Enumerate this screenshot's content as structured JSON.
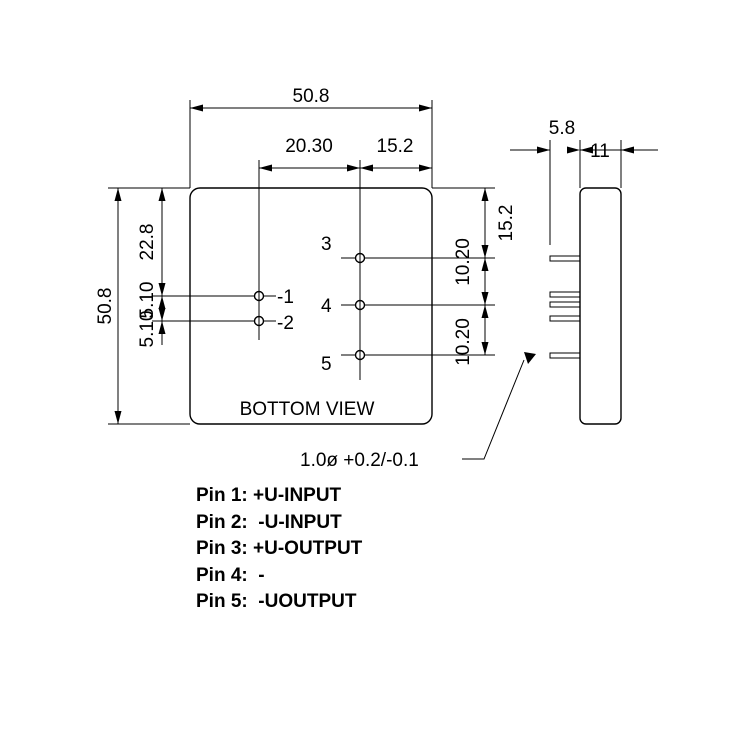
{
  "dimensions": {
    "width_top": "50.8",
    "pin_offset_x": "20.30",
    "right_offset": "15.2",
    "height_left": "50.8",
    "pin1_from_top": "22.8",
    "pin_spacing_left": "5.10",
    "pin_spacing_left_2": "5.10",
    "pin3_from_top": "15.2",
    "pin_spacing_right_1": "10.20",
    "pin_spacing_right_2": "10.20",
    "pin_length": "5.8",
    "thickness": "11",
    "pin_diameter": "1.0ø +0.2/-0.1"
  },
  "view_label": "BOTTOM VIEW",
  "pin_labels": {
    "p1": "-1",
    "p2": "-2",
    "p3": "3",
    "p4": "4",
    "p5": "5"
  },
  "pin_list": [
    {
      "label": "Pin 1:",
      "function": "+U-INPUT"
    },
    {
      "label": "Pin 2:",
      "function": " -U-INPUT"
    },
    {
      "label": "Pin 3:",
      "function": "+U-OUTPUT"
    },
    {
      "label": "Pin 4:",
      "function": " -"
    },
    {
      "label": "Pin 5:",
      "function": " -UOUTPUT"
    }
  ]
}
